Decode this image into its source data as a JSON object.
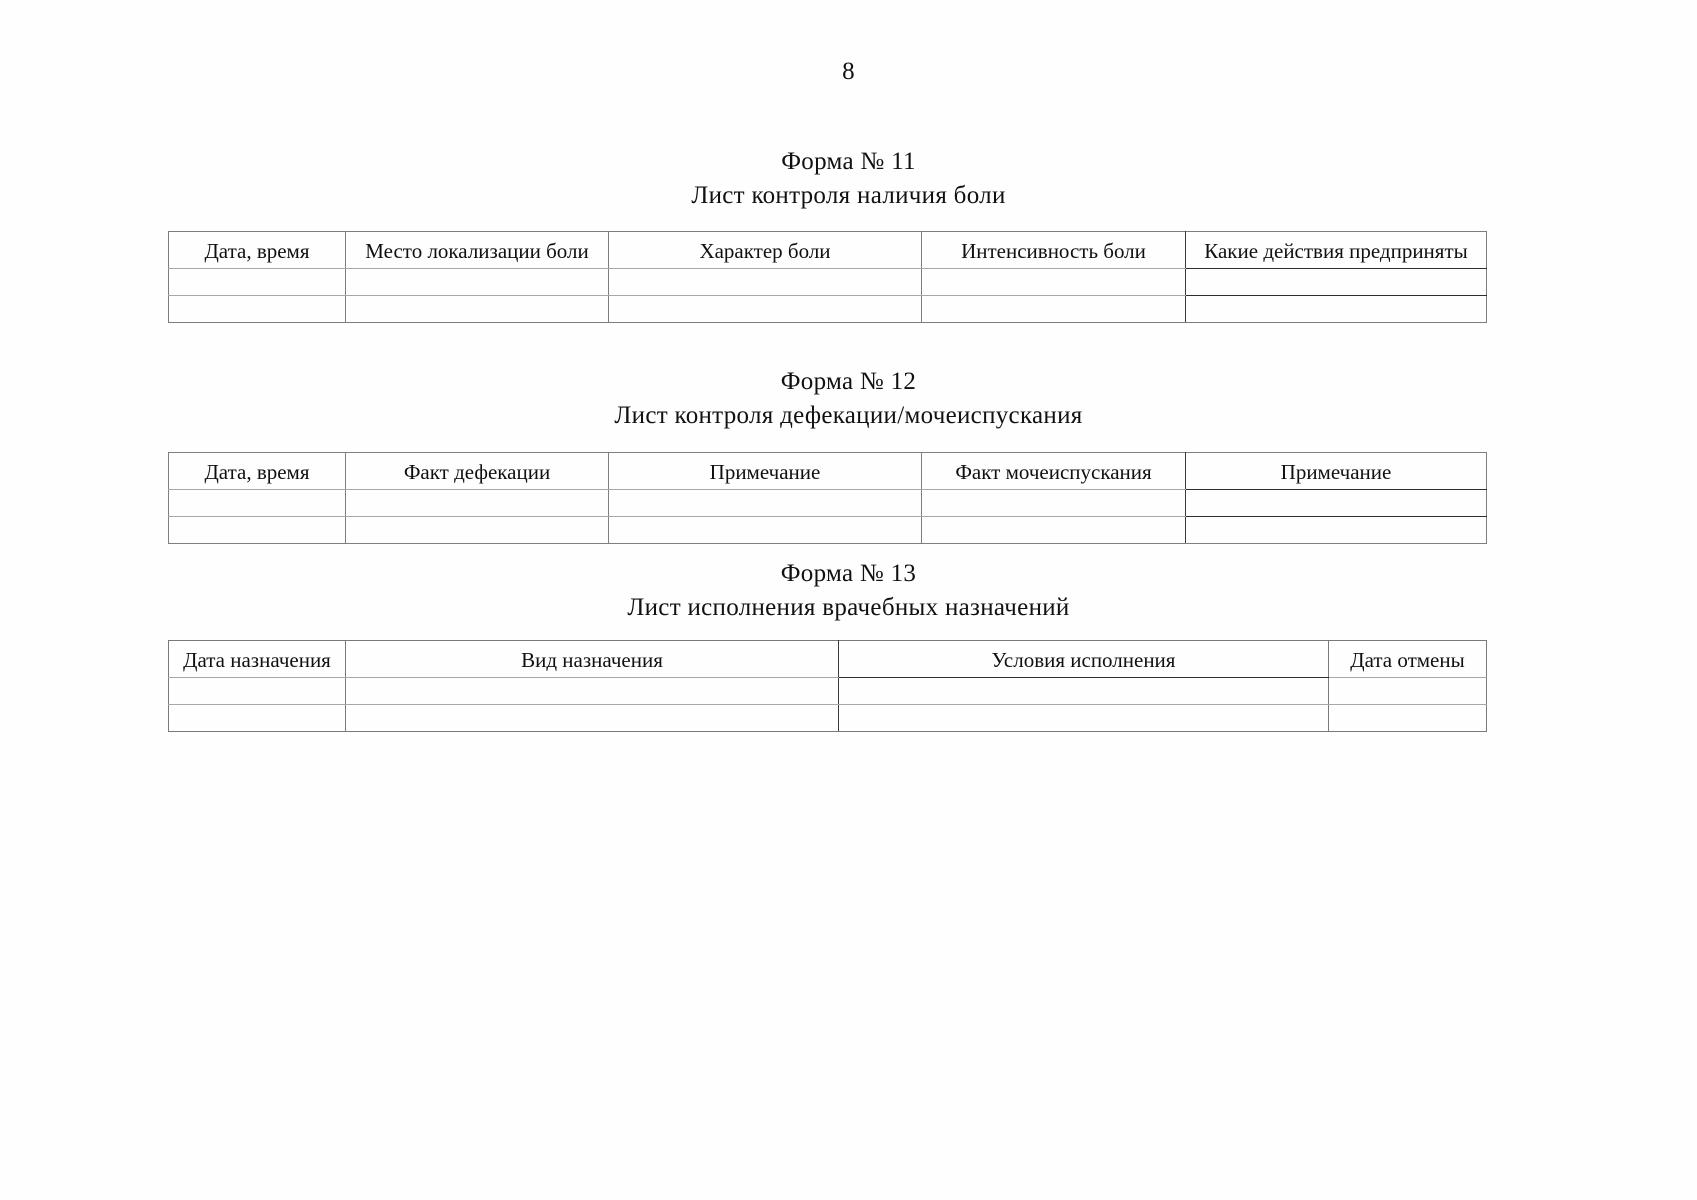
{
  "page": {
    "number": "8"
  },
  "sections": [
    {
      "form_label": "Форма № 11",
      "form_title": "Лист контроля наличия боли",
      "table": {
        "headers": [
          "Дата, время",
          "Место локализации боли",
          "Характер боли",
          "Интенсивность боли",
          "Какие действия предприняты"
        ],
        "empty_row_count": 2
      }
    },
    {
      "form_label": "Форма № 12",
      "form_title": "Лист контроля дефекации/мочеиспускания",
      "table": {
        "headers": [
          "Дата, время",
          "Факт дефекации",
          "Примечание",
          "Факт мочеиспускания",
          "Примечание"
        ],
        "empty_row_count": 2
      }
    },
    {
      "form_label": "Форма № 13",
      "form_title": "Лист исполнения врачебных назначений",
      "table": {
        "headers": [
          "Дата назначения",
          "Вид назначения",
          "Условия исполнения",
          "Дата отмены"
        ],
        "empty_row_count": 2
      }
    }
  ]
}
